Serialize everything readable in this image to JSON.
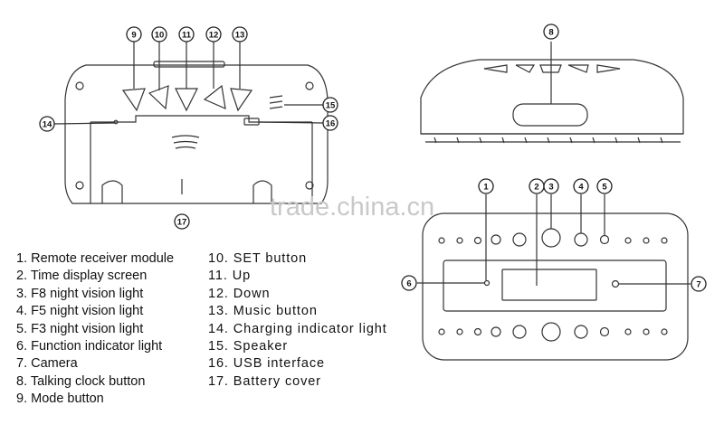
{
  "watermark": "trade.china.cn",
  "callouts": {
    "c1": "1",
    "c2": "2",
    "c3": "3",
    "c4": "4",
    "c5": "5",
    "c6": "6",
    "c7": "7",
    "c8": "8",
    "c9": "9",
    "c10": "10",
    "c11": "11",
    "c12": "12",
    "c13": "13",
    "c14": "14",
    "c15": "15",
    "c16": "16",
    "c17": "17"
  },
  "legend": {
    "left": [
      "1. Remote receiver module",
      "2. Time display screen",
      "3. F8 night vision light",
      "4. F5 night vision light",
      "5. F3 night vision light",
      "6. Function indicator light",
      "7. Camera",
      "8. Talking clock button",
      "9. Mode button"
    ],
    "right": [
      "10. SET button",
      "11. Up",
      "12. Down",
      "13. Music button",
      "14. Charging indicator light",
      "15. Speaker",
      "16. USB interface",
      "17. Battery cover"
    ]
  }
}
